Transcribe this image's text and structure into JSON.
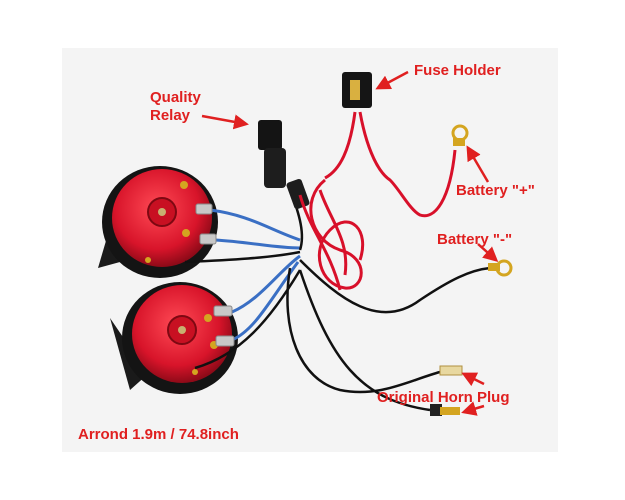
{
  "labels": {
    "quality_relay_line1": "Quality",
    "quality_relay_line2": "Relay",
    "fuse_holder": "Fuse Holder",
    "battery_plus": "Battery \"+\"",
    "battery_minus": "Battery \"-\"",
    "original_horn_plug": "Original Horn Plug",
    "length": "Arrond 1.9m / 74.8inch"
  },
  "colors": {
    "label_text": "#e02020",
    "horn_red": "#e0192c",
    "horn_body": "#1a1a1a",
    "wire_red": "#d8102a",
    "wire_black": "#111111",
    "wire_blue": "#3a6fc4",
    "terminal": "#d4a520",
    "background": "#f4f4f4"
  }
}
